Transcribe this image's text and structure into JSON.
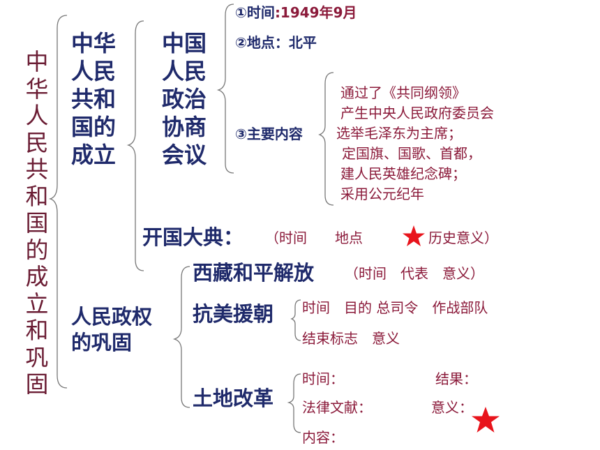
{
  "title_vertical": "中华人民共和国的成立和巩固",
  "founding": {
    "heading": "中华人民共和国的成立",
    "cppcc": {
      "heading": "中国人民政治协商会议",
      "time_label": "①时间",
      "time_value": ":1949年9月",
      "place": "②地点：北平",
      "content_label": "③主要内容",
      "content_items": [
        "通过了《共同纲领》",
        "产生中央人民政府委员会",
        "选举毛泽东为主席；",
        "定国旗、国歌、首都，",
        "建人民英雄纪念碑；",
        "采用公元纪年"
      ]
    },
    "ceremony": {
      "heading": "开国大典：",
      "details_left": "（时间　　地点",
      "details_right": "历史意义）"
    }
  },
  "consolidation": {
    "heading": "人民政权的巩固",
    "tibet": {
      "heading": "西藏和平解放",
      "details": "（时间　代表　意义）"
    },
    "korea": {
      "heading": "抗美援朝",
      "line1": "时间　目的  总司令　作战部队",
      "line2": "结束标志　意义"
    },
    "land": {
      "heading": "土地改革",
      "time": "时间：",
      "result": "结果：",
      "law": "法律文献：",
      "meaning": "意义：",
      "content": "内容："
    }
  },
  "colors": {
    "navy": "#1f2a6b",
    "maroon": "#8b1a3a",
    "star": "#e8141c"
  }
}
